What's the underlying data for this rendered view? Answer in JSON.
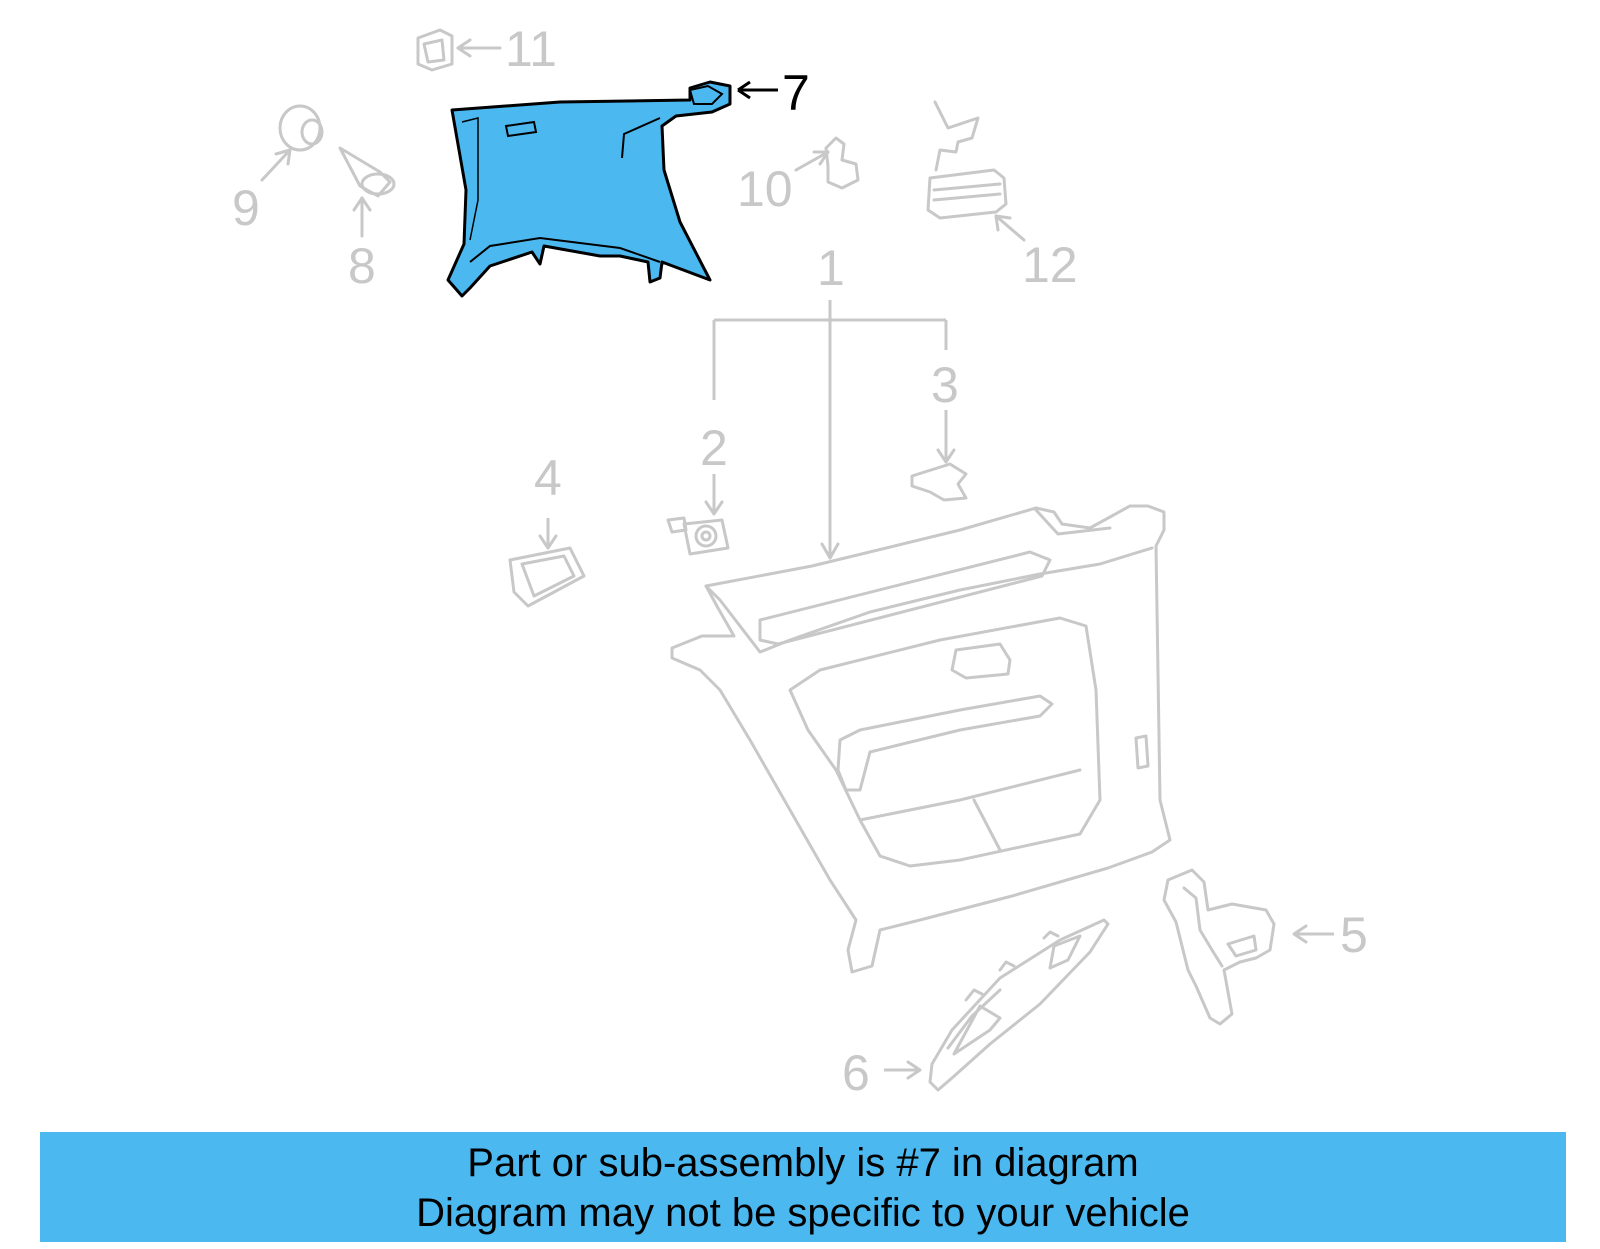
{
  "diagram": {
    "callouts": {
      "c1": "1",
      "c2": "2",
      "c3": "3",
      "c4": "4",
      "c5": "5",
      "c6": "6",
      "c7": "7",
      "c8": "8",
      "c9": "9",
      "c10": "10",
      "c11": "11",
      "c12": "12"
    },
    "highlighted_part": "7",
    "colors": {
      "highlight": "#4cb8f0",
      "ghost": "#c8c8c8",
      "active_label": "#000000"
    }
  },
  "banner": {
    "line1": "Part or sub-assembly is #7 in diagram",
    "line2": "Diagram may not be specific to your vehicle"
  }
}
